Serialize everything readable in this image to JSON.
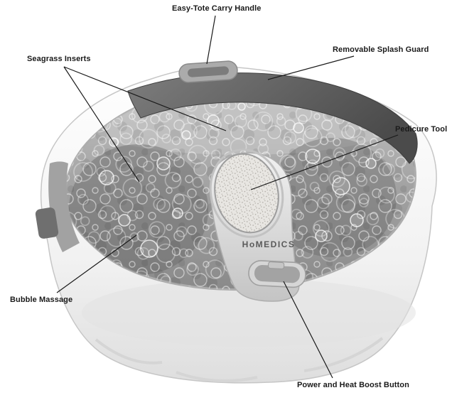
{
  "diagram": {
    "labels": [
      {
        "id": "carry-handle",
        "text": "Easy-Tote Carry Handle"
      },
      {
        "id": "seagrass",
        "text": "Seagrass Inserts"
      },
      {
        "id": "splash-guard",
        "text": "Removable Splash Guard"
      },
      {
        "id": "pedicure-tool",
        "text": "Pedicure Tool"
      },
      {
        "id": "bubble-massage",
        "text": "Bubble Massage"
      },
      {
        "id": "power-button",
        "text": "Power and Heat Boost Button"
      }
    ],
    "illustration": {
      "brand_logo": "HoMEDICS"
    },
    "colors": {
      "label_text": "#1a1a1a",
      "leader_line": "#1a1a1a",
      "splash_guard": "#5a5a5a",
      "water": "#9b9b9b",
      "tub_body": "#f2f2f2"
    }
  }
}
